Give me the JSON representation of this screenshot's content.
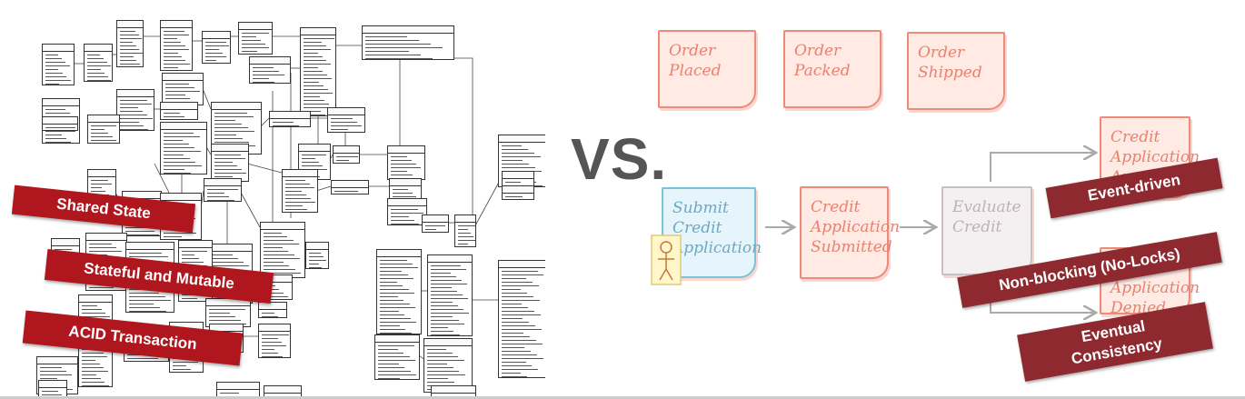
{
  "vs_label": "VS.",
  "left_banners": [
    "Shared State",
    "Stateful and Mutable",
    "ACID Transaction"
  ],
  "right_banners": [
    "Event-driven",
    "Non-blocking (No-Locks)",
    "Eventual Consistency"
  ],
  "notes": {
    "order_placed": "Order Placed",
    "order_packed": "Order Packed",
    "order_shipped": "Order Shipped",
    "submit_credit_application": "Submit Credit Application",
    "credit_application_submitted": "Credit Application Submitted",
    "evaluate_credit": "Evaluate Credit",
    "credit_application_approved": "Credit Application Approved",
    "credit_application_denied": "Credit Application Denied"
  },
  "colors": {
    "banner_red": "#b0161e",
    "banner_dark_red": "#8e2a2f",
    "event_note": "#ef8a78",
    "command_note": "#7cc0da",
    "process_note": "#c9bfc3"
  }
}
